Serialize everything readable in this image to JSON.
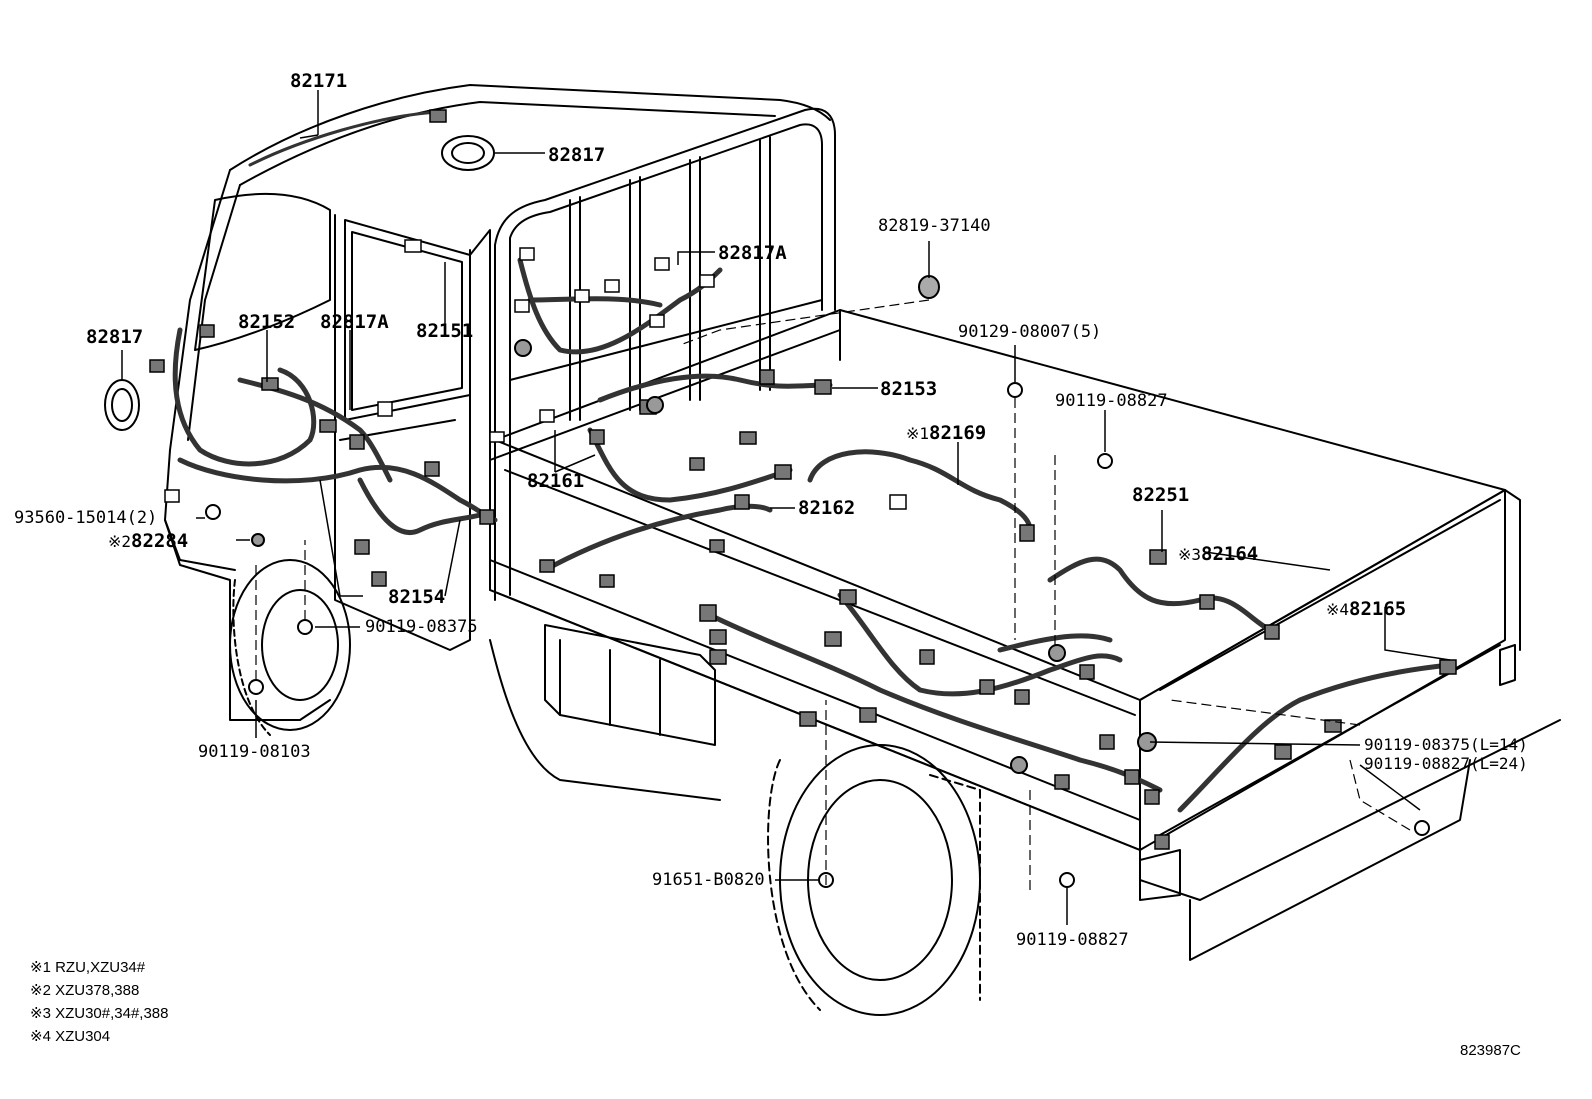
{
  "diagram": {
    "part_labels": {
      "p82171": "82171",
      "p82817_top": "82817",
      "p82817_left": "82817",
      "p82152": "82152",
      "p82817A_left": "82817A",
      "p82151": "82151",
      "p82817A_right": "82817A",
      "p82819": "82819-37140",
      "p90129": "90129-08007(5)",
      "p82153": "82153",
      "p90119_08827_a": "90119-08827",
      "p82169": "82169",
      "p82169_mark": "※1",
      "p82161": "82161",
      "p82162": "82162",
      "p82251": "82251",
      "p93560": "93560-15014(2)",
      "p82284_mark": "※2",
      "p82284": "82284",
      "p82164_mark": "※3",
      "p82164": "82164",
      "p82154": "82154",
      "p82165_mark": "※4",
      "p82165": "82165",
      "p90119_08375": "90119-08375",
      "p90119_08103": "90119-08103",
      "p90119_08375_l14": "90119-08375(L=14)",
      "p90119_08827_l24": "90119-08827(L=24)",
      "p91651": "91651-B0820",
      "p90119_08827_b": "90119-08827"
    },
    "notes": [
      "※1 RZU,XZU34#",
      "※2 XZU378,388",
      "※3 XZU30#,34#,388",
      "※4 XZU304"
    ],
    "figure_code": "823987C"
  },
  "colors": {
    "line": "#000000",
    "background": "#ffffff",
    "harness": "#555555"
  }
}
